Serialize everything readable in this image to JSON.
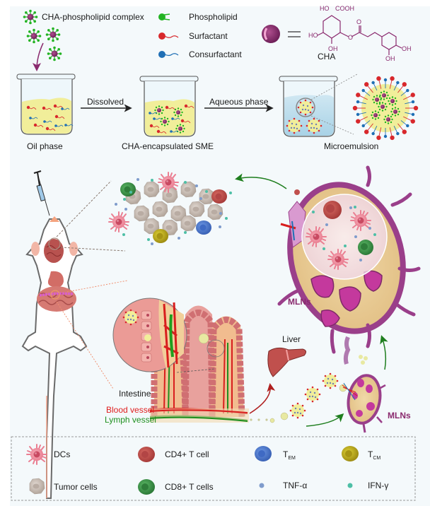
{
  "top_legend": {
    "complex_label": "CHA-phospholipid complex",
    "phospholipid_label": "Phospholipid",
    "surfactant_label": "Surfactant",
    "consurfactant_label": "Consurfactant",
    "cha_label": "CHA",
    "cha_structure": {
      "ho_top": "HO",
      "cooh": "COOH",
      "o_carbonyl": "O",
      "ho_left": "HO",
      "o_ester": "O",
      "oh_bottom": "OH",
      "oh_ring1": "OH",
      "oh_ring2": "OH"
    }
  },
  "process": {
    "step1_label": "Oil phase",
    "arrow1_label": "Dissolved",
    "step2_label": "CHA-encapsulated SME",
    "arrow2_label": "Aqueous phase",
    "step3_label": "Microemulsion"
  },
  "body": {
    "mln_upper_label": "MLNs",
    "mln_lower_label": "MLNs",
    "liver_label": "Liver",
    "intestine_label": "Intestine",
    "blood_vessel_label": "Blood vessel",
    "lymph_vessel_label": "Lymph vessel"
  },
  "legend": {
    "items": [
      {
        "label": "DCs",
        "icon": "dendritic-cell-icon"
      },
      {
        "label": "CD4+ T cell",
        "icon": "cd4-t-cell-icon"
      },
      {
        "label": "T",
        "sub": "EM",
        "icon": "tem-cell-icon"
      },
      {
        "label": "T",
        "sub": "CM",
        "icon": "tcm-cell-icon"
      },
      {
        "label": "Tumor cells",
        "icon": "tumor-cell-icon"
      },
      {
        "label": "CD8+ T cells",
        "icon": "cd8-t-cell-icon"
      },
      {
        "label": "TNF-α",
        "icon": "tnf-alpha-dot-icon"
      },
      {
        "label": "IFN-γ",
        "icon": "ifn-gamma-dot-icon"
      }
    ]
  },
  "colors": {
    "cha": "#8a2a6e",
    "phospholipid": "#22b322",
    "surfactant": "#d8282c",
    "consurfactant": "#1f6fb5",
    "oil": "#f1ee9a",
    "water": "#b9dcec",
    "dc": "#f08a9a",
    "cd4": "#c0504d",
    "cd8": "#3d9a4a",
    "tem": "#4a78cf",
    "tcm": "#c4b01a",
    "tumor": "#cbbfb6",
    "tnf": "#7f9ccc",
    "ifn": "#4dbfa6",
    "blood": "#d81e1e",
    "lymph": "#1f8f1f",
    "mln": "#9a3f8a",
    "arrow_green": "#1e7e1e",
    "arrow_red": "#b02020"
  }
}
